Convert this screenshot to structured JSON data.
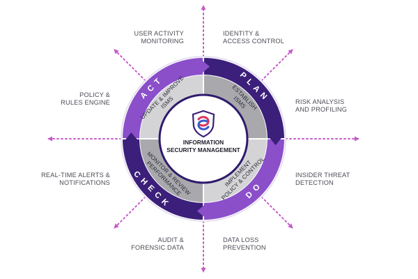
{
  "colors": {
    "ring_dark": "#3b1f7a",
    "ring_light": "#8a4fc9",
    "ring_mid": "#6a34b0",
    "gray_light": "#d4d4d6",
    "gray_dark": "#a9a9ad",
    "center_border": "#2f1a6b",
    "arrow": "#c65ac8"
  },
  "center": {
    "title_line1": "INFORMATION",
    "title_line2": "SECURITY MANAGEMENT",
    "logo_icon": "shield-logo-icon"
  },
  "phases": {
    "plan": "PLAN",
    "do": "DO",
    "check": "CHECK",
    "act": "ACT"
  },
  "steps": {
    "establish": [
      "ESTABLISH",
      "ISMS"
    ],
    "implement": [
      "IMPLEMENT",
      "POLICY & CONTROL"
    ],
    "monitor": [
      "MONITOR & REVIEW",
      "PERFORMANCE"
    ],
    "update": [
      "UPDATE & IMPROVE",
      "ISMS"
    ]
  },
  "outer": {
    "user_activity": [
      "USER ACTIVITY",
      "MONITORING"
    ],
    "identity": [
      "IDENTITY &",
      "ACCESS CONTROL"
    ],
    "risk": [
      "RISK ANALYSIS",
      "AND PROFILING"
    ],
    "insider": [
      "INSIDER THREAT",
      "DETECTION"
    ],
    "data_loss": [
      "DATA LOSS",
      "PREVENTION"
    ],
    "audit": [
      "AUDIT &",
      "FORENSIC DATA"
    ],
    "realtime": [
      "REAL-TIME ALERTS &",
      "NOTIFICATIONS"
    ],
    "policy": [
      "POLICY &",
      "RULES ENGINE"
    ]
  }
}
